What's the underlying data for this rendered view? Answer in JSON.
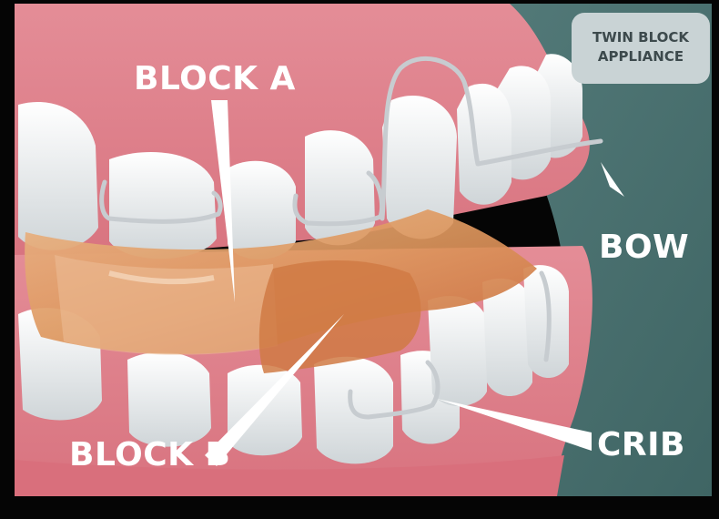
{
  "badge": {
    "line1": "TWIN BLOCK",
    "line2": "APPLIANCE"
  },
  "labels": {
    "block_a": "BLOCK A",
    "block_b": "BLOCK B",
    "bow": "BOW",
    "crib": "CRIB"
  },
  "colors": {
    "frame": "#050505",
    "teal_background": "#4d7574",
    "gum": "#e0838e",
    "gum_shadow": "#c4646f",
    "tooth": "#eef1f2",
    "tooth_shade": "#c9cfd2",
    "acrylic": "#e0a06a",
    "acrylic_dark": "#c9713e",
    "wire": "#c7ccd0",
    "badge_bg": "#c9d3d5",
    "label_text": "#ffffff"
  }
}
